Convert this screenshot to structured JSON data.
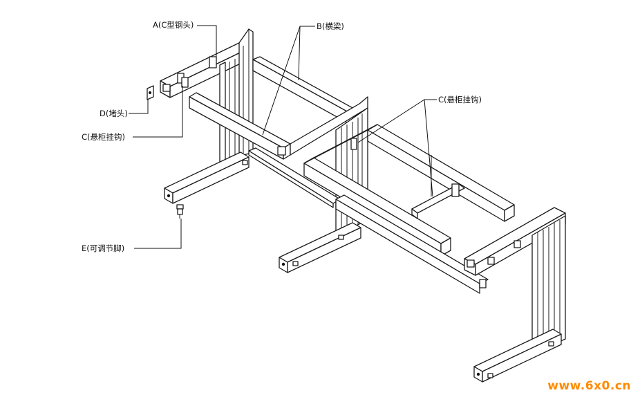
{
  "labels": {
    "a": "A(C型钢头)",
    "b": "B(横梁)",
    "c_right": "C(悬柜挂钩)",
    "d": "D(堵头)",
    "c_left": "C(悬柜挂钩)",
    "e": "E(可调节脚)"
  },
  "watermark": "www.6x0.cn",
  "colors": {
    "line": "#1a1a1a",
    "watermark": "#ff8a00",
    "background": "#ffffff"
  }
}
